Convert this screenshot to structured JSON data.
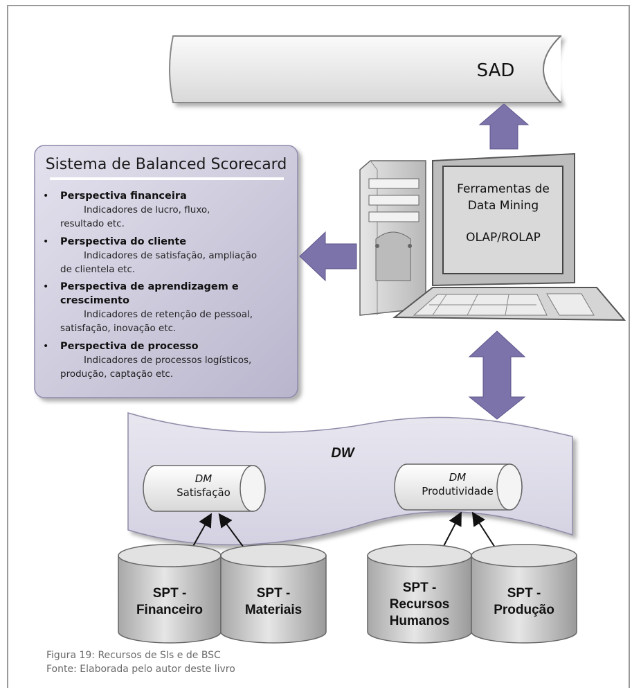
{
  "bsc": {
    "title": "Sistema de Balanced Scorecard",
    "items": [
      {
        "heading": "Perspectiva financeira",
        "lines": [
          "Indicadores de lucro, fluxo,",
          "resultado etc."
        ]
      },
      {
        "heading": "Perspectiva do cliente",
        "lines": [
          "Indicadores de satisfação, ampliação",
          "de clientela etc."
        ]
      },
      {
        "heading": "Perspectiva de aprendizagem e",
        "heading2": "crescimento",
        "lines": [
          "Indicadores de retenção de pessoal,",
          "satisfação, inovação etc."
        ]
      },
      {
        "heading": "Perspectiva de processo",
        "lines": [
          "Indicadores de processos logísticos,",
          "produção, captação etc."
        ]
      }
    ]
  },
  "sad": {
    "label": "SAD"
  },
  "computer": {
    "line1": "Ferramentas de",
    "line2": "Data Mining",
    "line3": "OLAP/ROLAP"
  },
  "dw": {
    "label": "DW",
    "dm1": {
      "tag": "DM",
      "name": "Satisfação"
    },
    "dm2": {
      "tag": "DM",
      "name": "Produtividade"
    }
  },
  "spt": {
    "fin": {
      "line1": "SPT -",
      "line2": "Financeiro"
    },
    "mat": {
      "line1": "SPT -",
      "line2": "Materiais"
    },
    "rh": {
      "line1": "SPT -",
      "line2": "Recursos",
      "line3": "Humanos"
    },
    "prod": {
      "line1": "SPT -",
      "line2": "Produção"
    }
  },
  "caption": {
    "figure": "Figura 19: Recursos de SIs e de BSC",
    "source": "Fonte: Elaborada pelo autor deste livro"
  },
  "colors": {
    "accent": "#7b73aa",
    "box": "#c9c6d8",
    "cylinder": "#c4c4c4"
  }
}
